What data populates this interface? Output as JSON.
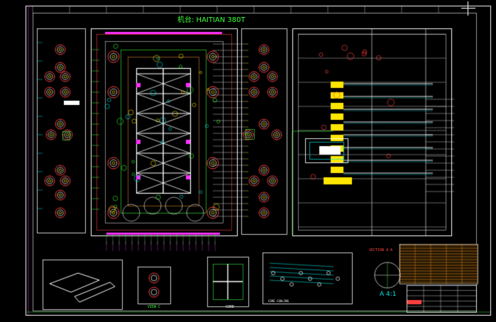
{
  "drawing": {
    "title": "机台: HAITIAN 380T",
    "section_label": "SECTION A-A",
    "view_label": "VIEW C",
    "core_label": "CORE",
    "cooling_label": "CORE COOLING",
    "sheet_label": "A 4:1"
  },
  "colors": {
    "background": "#000000",
    "frame": "#ffffff",
    "accent_green": "#3cff3c",
    "accent_yellow": "#ffe600",
    "accent_magenta": "#ff30ff",
    "accent_cyan": "#00e5e5",
    "accent_red": "#ff4040",
    "accent_orange": "#ffa030"
  },
  "icons": [
    "crosshair-cursor-icon"
  ]
}
